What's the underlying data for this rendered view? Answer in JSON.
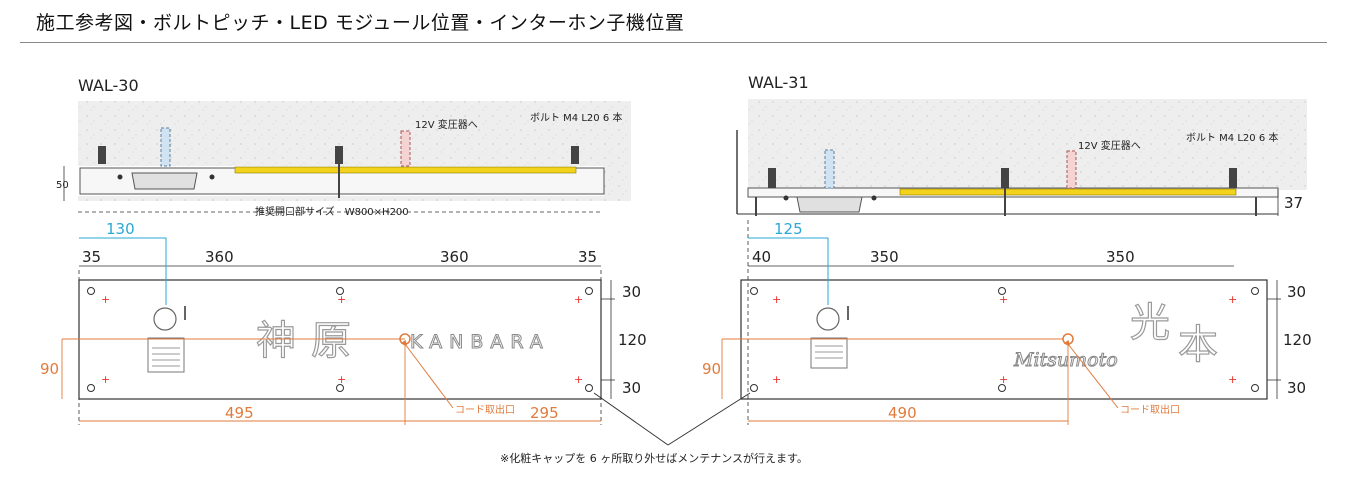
{
  "page_title": "施工参考図・ボルトピッチ・LED モジュール位置・インターホン子機位置",
  "models": [
    {
      "model": "WAL-30",
      "transformer_note": "12V 変圧器へ",
      "bolt_note": "ボルト M4 L20  6 本",
      "wall_thickness": "50",
      "opening_note": "推奨開口部サイズ　W800×H200",
      "intercom_offset": "130",
      "bolt_pitch": [
        "35",
        "360",
        "360",
        "35"
      ],
      "vertical_pitch": [
        "30",
        "120",
        "30"
      ],
      "cord_height": "90",
      "cord_x_left": "495",
      "cord_x_right": "295",
      "cord_label": "コード取出口",
      "brand_kanji": [
        "神",
        "原"
      ],
      "brand_latin": "KANBARA"
    },
    {
      "model": "WAL-31",
      "transformer_note": "12V 変圧器へ",
      "bolt_note": "ボルト M4 L20  6 本",
      "wall_thickness": "37",
      "intercom_offset": "125",
      "bolt_pitch": [
        "40",
        "350",
        "350"
      ],
      "vertical_pitch": [
        "30",
        "120",
        "30"
      ],
      "cord_height": "90",
      "cord_x_left": "490",
      "cord_label": "コード取出口",
      "brand_kanji": [
        "光",
        "本"
      ],
      "brand_latin": "Mitsumoto"
    }
  ],
  "footnote": "※化粧キャップを 6 ヶ所取り外せばメンテナンスが行えます。",
  "colors": {
    "dimension_orange": "#e07b3c",
    "dimension_blue": "#2aa8d6",
    "led_yellow": "#f2d21a",
    "concrete": "#eeeeee",
    "marker_red": "#e8332d"
  }
}
